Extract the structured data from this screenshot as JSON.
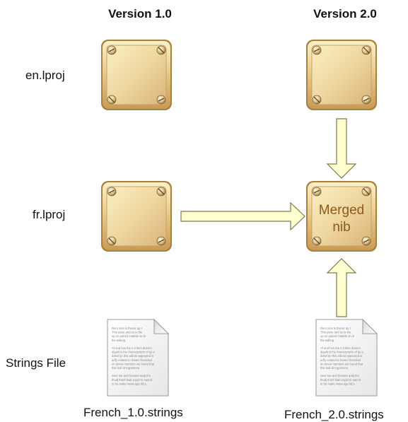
{
  "columns": [
    "Version 1.0",
    "Version 2.0"
  ],
  "rows": [
    "en.lproj",
    "fr.lproj",
    "Strings File"
  ],
  "merged_nib": {
    "line1": "Merged",
    "line2": "nib"
  },
  "files": [
    "French_1.0.strings",
    "French_2.0.strings"
  ],
  "doc_lines": [
    "Rem nios is thevor ap t",
    "This pane and so is the",
    "up on palorit mdable on le",
    "the talking.",
    "",
    "Af and hes the n il then dnemn",
    "digalit is the thomerprsrtn of tjo a",
    "dekel tjo this alliinst appeared is",
    "adfy related to  liovten fnesnlad",
    "on dover merntion we found that",
    "this leal slnt gpimnne.",
    "",
    "Seer tav and fnevere aadj the",
    "thudj thisrf thab expel to sannd",
    "to be make rwaw age iid.s."
  ],
  "colors": {
    "plate_light": "#f6e6b4",
    "plate_dark": "#b8894a",
    "arrow_fill": "#ffffd0",
    "arrow_stroke": "#7a7a50"
  }
}
